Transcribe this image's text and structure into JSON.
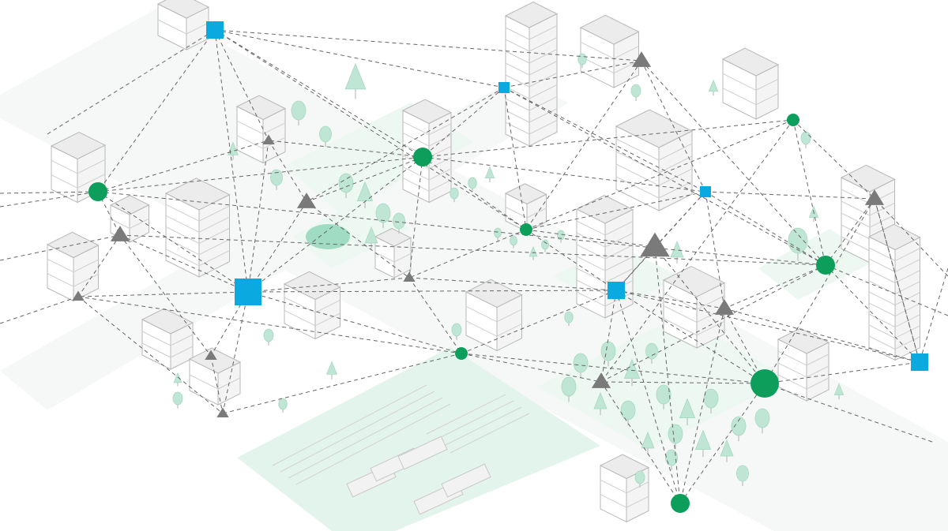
{
  "scene": {
    "description_type": "isometric city network illustration",
    "colors": {
      "square_node": "#0aa9e0",
      "circle_node": "#0c9e5a",
      "triangle_node": "#7a7a7a",
      "edge": "#666666",
      "greenery": "#bfe6d4",
      "park": "#e3f4ec"
    }
  },
  "nodes": [
    {
      "id": "n1",
      "shape": "square",
      "size": "medium"
    },
    {
      "id": "n2",
      "shape": "square",
      "size": "small"
    },
    {
      "id": "n3",
      "shape": "triangle",
      "size": "medium"
    },
    {
      "id": "n4",
      "shape": "circle",
      "size": "medium"
    },
    {
      "id": "n5",
      "shape": "circle",
      "size": "medium"
    },
    {
      "id": "n6",
      "shape": "triangle",
      "size": "small"
    },
    {
      "id": "n7",
      "shape": "circle",
      "size": "small"
    },
    {
      "id": "n8",
      "shape": "triangle",
      "size": "medium"
    },
    {
      "id": "n9",
      "shape": "triangle",
      "size": "medium"
    },
    {
      "id": "n10",
      "shape": "square",
      "size": "small"
    },
    {
      "id": "n11",
      "shape": "circle",
      "size": "small"
    },
    {
      "id": "n12",
      "shape": "triangle",
      "size": "small"
    },
    {
      "id": "n13",
      "shape": "triangle",
      "size": "large"
    },
    {
      "id": "n14",
      "shape": "triangle",
      "size": "medium"
    },
    {
      "id": "n15",
      "shape": "circle",
      "size": "medium"
    },
    {
      "id": "n16",
      "shape": "square",
      "size": "large"
    },
    {
      "id": "n17",
      "shape": "triangle",
      "size": "small"
    },
    {
      "id": "n18",
      "shape": "square",
      "size": "medium"
    },
    {
      "id": "n19",
      "shape": "circle",
      "size": "small"
    },
    {
      "id": "n20",
      "shape": "triangle",
      "size": "small"
    },
    {
      "id": "n21",
      "shape": "triangle",
      "size": "small"
    },
    {
      "id": "n22",
      "shape": "triangle",
      "size": "medium"
    },
    {
      "id": "n23",
      "shape": "circle",
      "size": "large"
    },
    {
      "id": "n24",
      "shape": "square",
      "size": "medium"
    },
    {
      "id": "n25",
      "shape": "triangle",
      "size": "medium"
    },
    {
      "id": "n26",
      "shape": "circle",
      "size": "medium"
    }
  ],
  "edges": [
    [
      "n1",
      "n4"
    ],
    [
      "n1",
      "n3"
    ],
    [
      "n1",
      "n5"
    ],
    [
      "n1",
      "n7"
    ],
    [
      "n1",
      "n16"
    ],
    [
      "n1",
      "n2"
    ],
    [
      "n1",
      "n6"
    ],
    [
      "n2",
      "n5"
    ],
    [
      "n2",
      "n7"
    ],
    [
      "n2",
      "n10"
    ],
    [
      "n2",
      "n8"
    ],
    [
      "n2",
      "n3"
    ],
    [
      "n2",
      "n15"
    ],
    [
      "n3",
      "n15"
    ],
    [
      "n3",
      "n10"
    ],
    [
      "n3",
      "n7"
    ],
    [
      "n4",
      "n5"
    ],
    [
      "n4",
      "n9"
    ],
    [
      "n4",
      "n15"
    ],
    [
      "n4",
      "n16"
    ],
    [
      "n4",
      "n6"
    ],
    [
      "n5",
      "n7"
    ],
    [
      "n5",
      "n11"
    ],
    [
      "n5",
      "n8"
    ],
    [
      "n5",
      "n6"
    ],
    [
      "n5",
      "n16"
    ],
    [
      "n5",
      "n10"
    ],
    [
      "n5",
      "n12"
    ],
    [
      "n6",
      "n16"
    ],
    [
      "n6",
      "n8"
    ],
    [
      "n7",
      "n10"
    ],
    [
      "n7",
      "n11"
    ],
    [
      "n7",
      "n18"
    ],
    [
      "n7",
      "n13"
    ],
    [
      "n7",
      "n12"
    ],
    [
      "n8",
      "n16"
    ],
    [
      "n8",
      "n12"
    ],
    [
      "n9",
      "n15"
    ],
    [
      "n9",
      "n16"
    ],
    [
      "n9",
      "n17"
    ],
    [
      "n9",
      "n20"
    ],
    [
      "n10",
      "n13"
    ],
    [
      "n10",
      "n18"
    ],
    [
      "n10",
      "n15"
    ],
    [
      "n10",
      "n14"
    ],
    [
      "n10",
      "n22"
    ],
    [
      "n11",
      "n15"
    ],
    [
      "n11",
      "n14"
    ],
    [
      "n11",
      "n25"
    ],
    [
      "n12",
      "n18"
    ],
    [
      "n12",
      "n16"
    ],
    [
      "n12",
      "n19"
    ],
    [
      "n13",
      "n18"
    ],
    [
      "n13",
      "n23"
    ],
    [
      "n13",
      "n26"
    ],
    [
      "n14",
      "n15"
    ],
    [
      "n14",
      "n24"
    ],
    [
      "n14",
      "n23"
    ],
    [
      "n15",
      "n22"
    ],
    [
      "n15",
      "n24"
    ],
    [
      "n15",
      "n25"
    ],
    [
      "n16",
      "n18"
    ],
    [
      "n16",
      "n19"
    ],
    [
      "n16",
      "n20"
    ],
    [
      "n16",
      "n17"
    ],
    [
      "n16",
      "n21"
    ],
    [
      "n17",
      "n21"
    ],
    [
      "n17",
      "n19"
    ],
    [
      "n18",
      "n19"
    ],
    [
      "n18",
      "n22"
    ],
    [
      "n18",
      "n23"
    ],
    [
      "n18",
      "n24"
    ],
    [
      "n18",
      "n26"
    ],
    [
      "n18",
      "n25"
    ],
    [
      "n19",
      "n25"
    ],
    [
      "n19",
      "n21"
    ],
    [
      "n19",
      "n23"
    ],
    [
      "n20",
      "n21"
    ],
    [
      "n22",
      "n23"
    ],
    [
      "n22",
      "n26"
    ],
    [
      "n22",
      "n24"
    ],
    [
      "n23",
      "n24"
    ],
    [
      "n23",
      "n25"
    ],
    [
      "n23",
      "n26"
    ],
    [
      "n24",
      "n14"
    ],
    [
      "n25",
      "n26"
    ]
  ]
}
